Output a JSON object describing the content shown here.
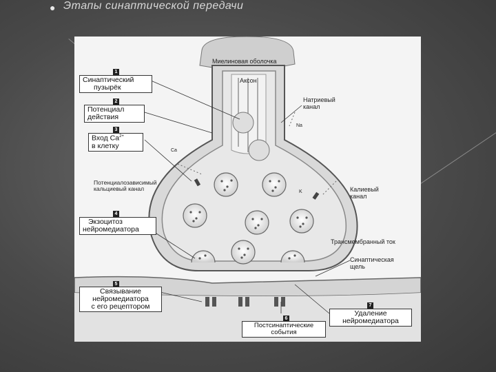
{
  "slide": {
    "bullet": "●",
    "title": "Этапы синаптической передачи"
  },
  "steps": [
    {
      "num": "1",
      "text_lines": [
        "Синаптический",
        "пузырёк"
      ]
    },
    {
      "num": "2",
      "text_lines": [
        "Потенциал",
        "действия"
      ]
    },
    {
      "num": "3",
      "text_lines": [
        "Вход Ca",
        "в клетку"
      ],
      "superscript": "2+"
    },
    {
      "num": "4",
      "text_lines": [
        "Экзоцитоз",
        "нейромедиатора"
      ]
    },
    {
      "num": "5",
      "text_lines": [
        "Связывание",
        "нейромедиатора",
        "с его рецептором"
      ]
    },
    {
      "num": "6",
      "text_lines": [
        "Постсинаптические",
        "события"
      ]
    },
    {
      "num": "7",
      "text_lines": [
        "Удаление",
        "нейромедиатора"
      ]
    }
  ],
  "labels": {
    "myelin": "Миелиновая оболочка",
    "axon": "Аксон",
    "sodium_channel_lines": [
      "Натриевый",
      "канал"
    ],
    "na_ion": "Na",
    "ca_ion": "Ca",
    "ca_channel_lines": [
      "Потенциалозависимый",
      "кальциевый канал"
    ],
    "k_channel_lines": [
      "Калиевый",
      "канал"
    ],
    "k_ion": "K",
    "transmembrane_current": "Трансмембранный ток",
    "cleft_lines": [
      "Синаптическая",
      "щель"
    ]
  }
}
